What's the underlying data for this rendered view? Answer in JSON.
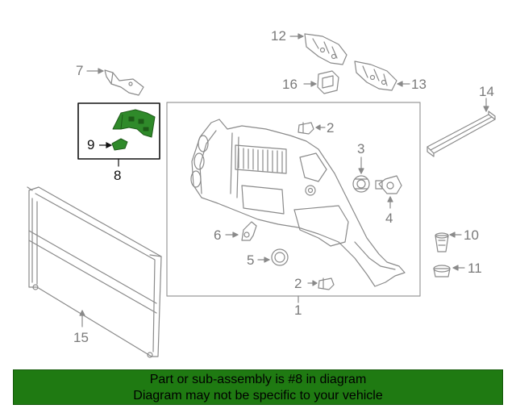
{
  "colors": {
    "highlight": "#2f8a2a",
    "footer_bg": "#1f7a12",
    "line": "#8a8a8a",
    "callout_text": "#7a7a7a"
  },
  "callouts": {
    "c1": "1",
    "c2a": "2",
    "c2b": "2",
    "c3": "3",
    "c4": "4",
    "c5": "5",
    "c6": "6",
    "c7": "7",
    "c8": "8",
    "c9": "9",
    "c10": "10",
    "c11": "11",
    "c12": "12",
    "c13": "13",
    "c14": "14",
    "c15": "15",
    "c16": "16"
  },
  "footer": {
    "line1": "Part or sub-assembly is #8 in diagram",
    "line2": "Diagram may not be specific to your vehicle"
  }
}
